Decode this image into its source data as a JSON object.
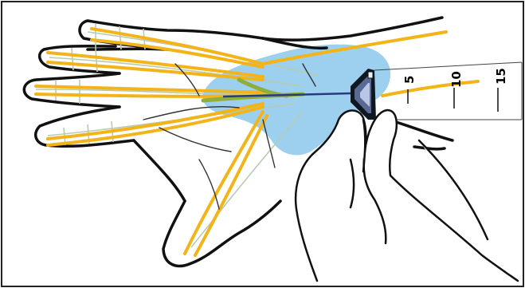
{
  "colors": {
    "frame": "#222222",
    "outline": "#111111",
    "median_nerve": "#f2b418",
    "ulnar_branches": "#e8a814",
    "tendons": "#c8d6c0",
    "highlight": "#6fb7e6",
    "green_nerve": "#8fae3a",
    "needle_dark": "#101820",
    "needle_mid": "#5a6a94",
    "needle_light": "#b9c6e4"
  },
  "icons": {
    "hand": "hand-outline-icon",
    "fingers": "fingers-grip-icon",
    "needle": "ultrasound-needle-icon"
  },
  "scale": {
    "ticks": [
      "5",
      "10",
      "15"
    ]
  }
}
